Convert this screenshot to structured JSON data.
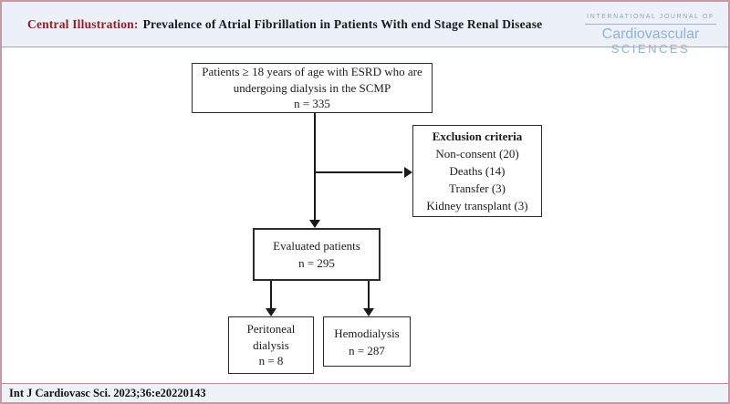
{
  "header": {
    "label": "Central Illustration:",
    "title": "Prevalence of Atrial Fibrillation in Patients With end Stage Renal Disease"
  },
  "logo": {
    "top_line": "INTERNATIONAL JOURNAL OF",
    "name_line1": "Cardiovascular",
    "name_line2": "SCIENCES"
  },
  "flowchart": {
    "initial": {
      "lines": [
        "Patients ≥ 18 years of age with ESRD who are",
        "undergoing dialysis in the SCMP",
        "n = 335"
      ]
    },
    "exclusion": {
      "title": "Exclusion criteria",
      "items": [
        "Non-consent (20)",
        "Deaths (14)",
        "Transfer (3)",
        "Kidney transplant (3)"
      ]
    },
    "evaluated": {
      "lines": [
        "Evaluated patients",
        "n = 295"
      ]
    },
    "peritoneal": {
      "lines": [
        "Peritoneal",
        "dialysis",
        "n = 8"
      ]
    },
    "hemodialysis": {
      "lines": [
        "Hemodialysis",
        "n = 287"
      ]
    }
  },
  "footer": {
    "citation": "Int J Cardiovasc Sci. 2023;36:e20220143"
  },
  "colors": {
    "frame_border": "#c49ba4",
    "header_bg": "#ecf0f8",
    "footer_bg": "#edf2f8",
    "accent_red": "#8e1f26",
    "logo_blue": "#8fb4d5",
    "box_border": "#2c2c2c"
  }
}
